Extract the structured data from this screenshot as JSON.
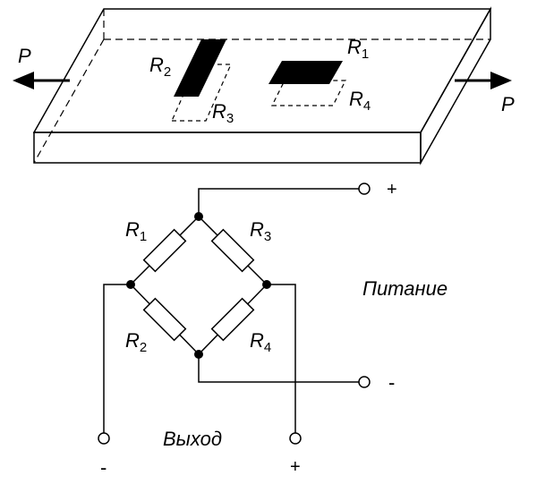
{
  "force": {
    "left_label": "P",
    "right_label": "P"
  },
  "gauges": {
    "r1": {
      "letter": "R",
      "sub": "1"
    },
    "r2": {
      "letter": "R",
      "sub": "2"
    },
    "r3": {
      "letter": "R",
      "sub": "3"
    },
    "r4": {
      "letter": "R",
      "sub": "4"
    }
  },
  "bridge": {
    "r1": {
      "letter": "R",
      "sub": "1"
    },
    "r2": {
      "letter": "R",
      "sub": "2"
    },
    "r3": {
      "letter": "R",
      "sub": "3"
    },
    "r4": {
      "letter": "R",
      "sub": "4"
    }
  },
  "supply": {
    "label": "Питание",
    "plus": "+",
    "minus": "-"
  },
  "output": {
    "label": "Выход",
    "minus": "-",
    "plus": "+"
  }
}
